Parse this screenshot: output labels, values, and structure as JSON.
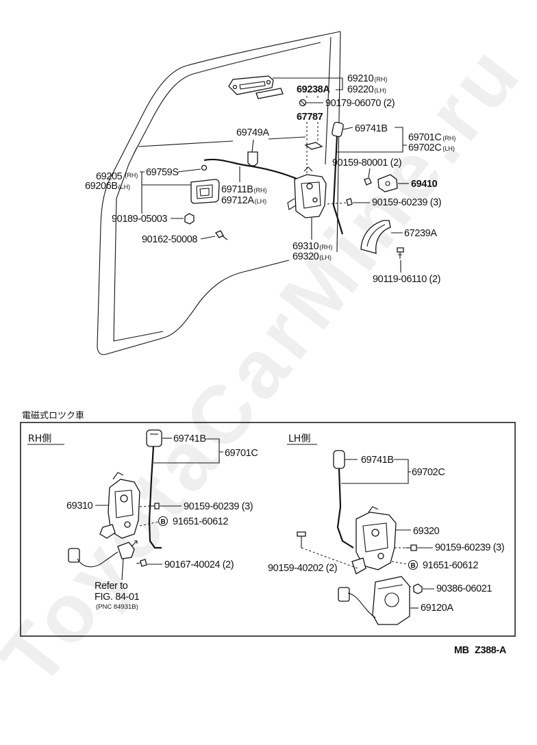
{
  "watermark": "ToyotaCarMine.ru",
  "top": {
    "handle_outer_rh": {
      "num": "69210",
      "tag": "(RH)"
    },
    "handle_outer_lh": {
      "num": "69220",
      "tag": "(LH)"
    },
    "handle_plate": "69238A",
    "screw_handle": "90179-06070 (2)",
    "pad": "67787",
    "knob": "69741B",
    "rod_rh": {
      "num": "69701C",
      "tag": "(RH)"
    },
    "rod_lh": {
      "num": "69702C",
      "tag": "(LH)"
    },
    "clip": "69749A",
    "screw_striker": "90159-80001 (2)",
    "striker": "69410",
    "handle_inner_rh": {
      "num": "69205",
      "tag": "(RH)"
    },
    "handle_inner_lh": {
      "num": "69206B",
      "tag": "(LH)"
    },
    "clip_inner": "69759S",
    "link_rh": {
      "num": "69711B",
      "tag": "(RH)"
    },
    "link_lh": {
      "num": "69712A",
      "tag": "(LH)"
    },
    "screw_lock": "90159-60239 (3)",
    "nut_inner": "90189-05003",
    "cover": "67239A",
    "bolt_inner": "90162-50008",
    "lock_rh": {
      "num": "69310",
      "tag": "(RH)"
    },
    "lock_lh": {
      "num": "69320",
      "tag": "(LH)"
    },
    "screw_cover": "90119-06110 (2)"
  },
  "inset": {
    "title": "電磁式ロツク車",
    "rh": {
      "heading": "RH側",
      "knob": "69741B",
      "rod": "69701C",
      "lock": "69310",
      "screw": "90159-60239 (3)",
      "badge": "B",
      "bolt_b": "91651-60612",
      "screw2": "90167-40024 (2)",
      "ref_line1": "Refer to",
      "ref_line2": "FIG. 84-01",
      "ref_line3": "(PNC 84931B)"
    },
    "lh": {
      "heading": "LH側",
      "knob": "69741B",
      "rod": "69702C",
      "lock": "69320",
      "screw": "90159-60239 (3)",
      "badge": "B",
      "bolt_b": "91651-60612",
      "screw2": "90159-40202 (2)",
      "nut": "90386-06021",
      "actuator": "69120A"
    }
  },
  "code": {
    "prefix": "MB",
    "id": "Z388-A"
  }
}
